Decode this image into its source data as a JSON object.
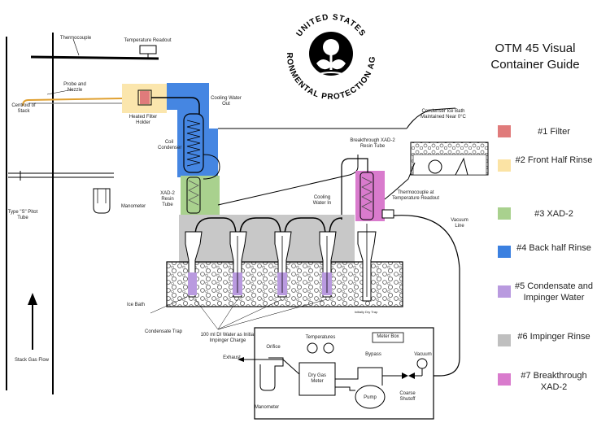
{
  "guide": {
    "title": "OTM 45 Visual Container Guide",
    "items": [
      {
        "label": "#1 Filter",
        "color": "#e07b7b"
      },
      {
        "label": "#2 Front Half Rinse",
        "color": "#fbe3a4"
      },
      {
        "label": "#3 XAD-2",
        "color": "#a9d18e"
      },
      {
        "label": "#4 Back half Rinse",
        "color": "#3b80e0"
      },
      {
        "label": "#5 Condensate and Impinger Water",
        "color": "#b99adf"
      },
      {
        "label": "#6 Impinger Rinse",
        "color": "#bfbfbf"
      },
      {
        "label": "#7 Breakthrough XAD-2",
        "color": "#d97bcd"
      }
    ]
  },
  "seal": {
    "top_text": "UNITED STATES",
    "bottom_text": "ENVIRONMENTAL PROTECTION AGENCY"
  },
  "labels": {
    "thermocouple": "Thermocouple",
    "temperature_readout": "Temperature Readout",
    "probe_and_nozzle": "Probe and Nozzle",
    "centroid_of_stack": "Centroid of Stack",
    "heated_filter_holder": "Heated Filter Holder",
    "cooling_water_out": "Cooling Water Out",
    "coil_condenser": "Coil Condenser",
    "condenser_ice_bath": "Condenser Ice Bath Maintained Near 0°C",
    "breakthrough_tube": "Breakthrough XAD-2 Resin Tube",
    "xad2_resin_tube": "XAD-2 Resin Tube",
    "cooling_water_in": "Cooling Water In",
    "thermocouple_readout": "Thermocouple at Temperature Readout",
    "vacuum_line": "Vacuum Line",
    "type_s_pitot": "Type \"S\" Pitot Tube",
    "manometer_top": "Manometer",
    "ice_bath": "Ice Bath",
    "condensate_trap": "Condensate Trap",
    "di_water": "100 ml DI Water as Initial Impinger Charge",
    "stack_gas_flow": "Stack Gas Flow",
    "meter_box": "Meter Box",
    "temperatures": "Temperatures",
    "orifice": "Orifice",
    "exhaust": "Exhaust",
    "bypass": "Bypass",
    "vacuum": "Vacuum",
    "dry_gas_meter": "Dry Gas Meter",
    "pump": "Pump",
    "coarse_shutoff": "Coarse Shutoff",
    "manometer_bottom": "Manometer",
    "empty_impinger": "Initially Dry Trap"
  }
}
